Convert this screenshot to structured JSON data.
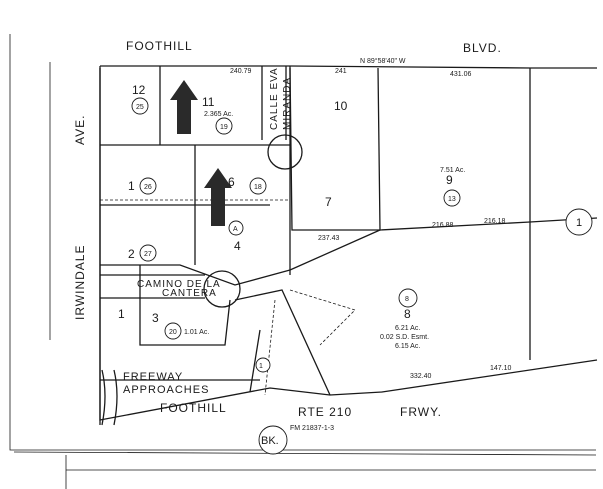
{
  "streets": {
    "foothill_top": "FOOTHILL",
    "blvd": "BLVD.",
    "irwindale": "IRWINDALE",
    "ave": "AVE.",
    "calle_eva": "CALLE EVA",
    "miranda": "MIRANDA",
    "camino": "CAMINO DE LA",
    "cantera": "CANTERA",
    "freeway": "FREEWAY",
    "approaches": "APPROACHES",
    "foothill_bottom": "FOOTHILL",
    "rte": "RTE 210",
    "frwy": "FRWY."
  },
  "lots": [
    {
      "num": "12",
      "parcel": "25"
    },
    {
      "num": "11",
      "parcel": "19"
    },
    {
      "num": "10",
      "parcel": ""
    },
    {
      "num": "1",
      "parcel": "26"
    },
    {
      "num": "6",
      "parcel": "18"
    },
    {
      "num": "7",
      "parcel": ""
    },
    {
      "num": "9",
      "parcel": "13"
    },
    {
      "num": "2",
      "parcel": "27"
    },
    {
      "num": "4",
      "parcel": "A"
    },
    {
      "num": "3",
      "parcel": "20"
    },
    {
      "num": "8",
      "parcel": "8"
    },
    {
      "num": "",
      "parcel": "1"
    }
  ],
  "areas": {
    "lot11": "2.365 Ac.",
    "lot9": "7.51 Ac.",
    "lot8_a": "6.21 Ac.",
    "lot8_b": "0.02 S.D. Esmt.",
    "lot8_c": "6.15 Ac.",
    "lot3": "1.01 Ac."
  },
  "bearings": {
    "top": "N 89°58'40\" W",
    "d1": "240.79",
    "d2": "241",
    "d3": "431.06",
    "d4": "216.88",
    "d5": "216.18",
    "d6": "237.43",
    "d7": "147.10",
    "d8": "332.40"
  },
  "sheet_ref": "1",
  "book_label": "BK.",
  "footnote": "FM 21837-1-3"
}
